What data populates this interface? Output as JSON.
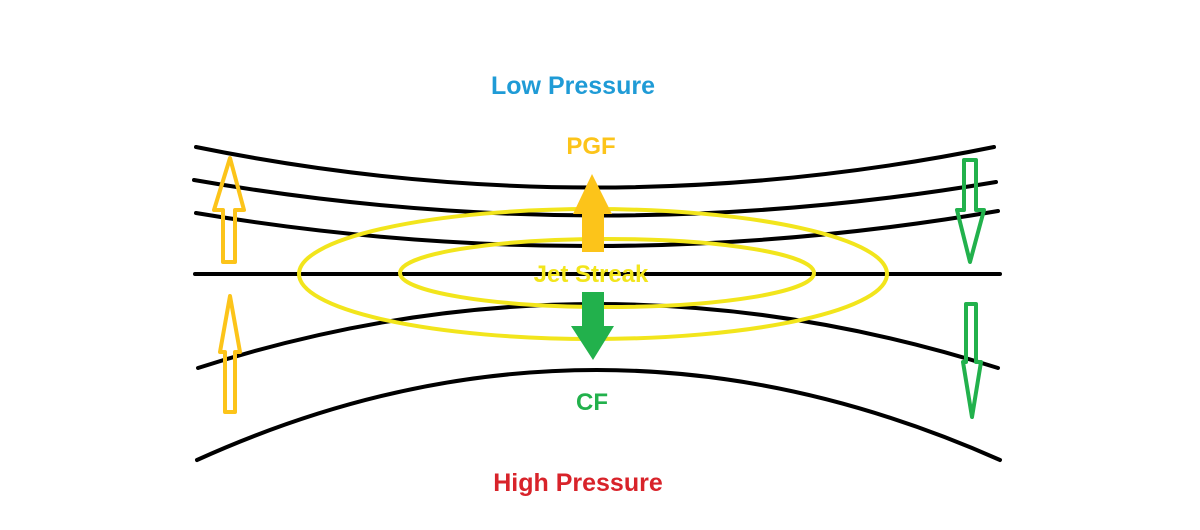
{
  "diagram": {
    "title": "Jet Streak Force Balance",
    "labels": {
      "low_pressure": "Low Pressure",
      "high_pressure": "High Pressure",
      "pgf": "PGF",
      "cf": "CF",
      "jet_streak": "Jet Streak"
    },
    "colors": {
      "low_pressure": "#1f9bd6",
      "high_pressure": "#d8232a",
      "pgf": "#fcc41a",
      "cf": "#22b14c",
      "jet_streak": "#f2e51c",
      "isobars": "#000000"
    },
    "arrows": [
      {
        "id": "entrance-upper",
        "direction": "up",
        "color": "pgf",
        "style": "outline"
      },
      {
        "id": "entrance-lower",
        "direction": "up",
        "color": "pgf",
        "style": "outline"
      },
      {
        "id": "core-pgf",
        "direction": "up",
        "color": "pgf",
        "style": "filled"
      },
      {
        "id": "core-cf",
        "direction": "down",
        "color": "cf",
        "style": "filled"
      },
      {
        "id": "exit-upper",
        "direction": "down",
        "color": "cf",
        "style": "outline"
      },
      {
        "id": "exit-lower",
        "direction": "down",
        "color": "cf",
        "style": "outline"
      }
    ],
    "isobar_count": 6
  }
}
